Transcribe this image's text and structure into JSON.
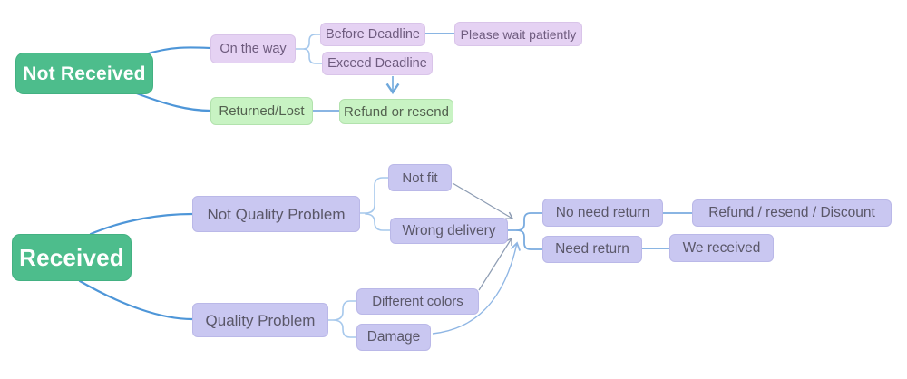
{
  "nodes": {
    "not_received": "Not Received",
    "on_the_way": "On the way",
    "before_deadline": "Before Deadline",
    "please_wait_patiently": "Please wait patiently",
    "exceed_deadline": "Exceed Deadline",
    "returned_lost": "Returned/Lost",
    "refund_or_resend": "Refund or resend",
    "received": "Received",
    "not_quality_problem": "Not Quality Problem",
    "not_fit": "Not fit",
    "wrong_delivery": "Wrong delivery",
    "quality_problem": "Quality Problem",
    "different_colors": "Different colors",
    "damage": "Damage",
    "no_need_return": "No need return",
    "refund_resend_discount": "Refund / resend / Discount",
    "need_return": "Need return",
    "we_received": "We received"
  },
  "edges": [
    {
      "from": "not_received",
      "to": "on_the_way"
    },
    {
      "from": "not_received",
      "to": "returned_lost"
    },
    {
      "from": "on_the_way",
      "to": "before_deadline"
    },
    {
      "from": "on_the_way",
      "to": "exceed_deadline"
    },
    {
      "from": "before_deadline",
      "to": "please_wait_patiently"
    },
    {
      "from": "exceed_deadline",
      "to": "refund_or_resend",
      "style": "arrow"
    },
    {
      "from": "returned_lost",
      "to": "refund_or_resend"
    },
    {
      "from": "received",
      "to": "not_quality_problem"
    },
    {
      "from": "received",
      "to": "quality_problem"
    },
    {
      "from": "not_quality_problem",
      "to": "not_fit"
    },
    {
      "from": "not_quality_problem",
      "to": "wrong_delivery"
    },
    {
      "from": "quality_problem",
      "to": "different_colors"
    },
    {
      "from": "quality_problem",
      "to": "damage"
    },
    {
      "from": "not_fit",
      "to": "return_junction",
      "style": "arrow"
    },
    {
      "from": "wrong_delivery",
      "to": "return_junction"
    },
    {
      "from": "different_colors",
      "to": "return_junction",
      "style": "arrow"
    },
    {
      "from": "damage",
      "to": "return_junction",
      "style": "arrow"
    },
    {
      "from": "return_junction",
      "to": "no_need_return"
    },
    {
      "from": "return_junction",
      "to": "need_return"
    },
    {
      "from": "no_need_return",
      "to": "refund_resend_discount"
    },
    {
      "from": "need_return",
      "to": "we_received"
    }
  ],
  "colors": {
    "root_fill": "#4dbd8c",
    "root_text": "#ffffff",
    "light_green_fill": "#c8f3c3",
    "light_green_text": "#53614f",
    "lilac_fill": "#e5d2f3",
    "lilac_text": "#6e5b7e",
    "periwinkle_fill": "#c9c7f1",
    "periwinkle_text": "#5a5768",
    "branch_line": "#4e96d8",
    "link_line": "#79abdf",
    "elbow_line": "#a6c8ec",
    "arrow_gray": "#8d9cb3",
    "arrow_blue": "#6fa8dc",
    "curve_blue": "#8fb6e4"
  }
}
